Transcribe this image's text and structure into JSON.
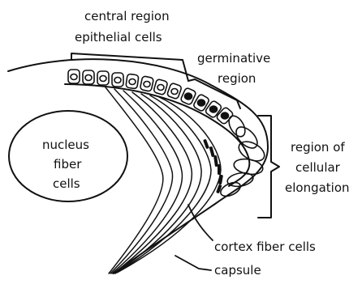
{
  "labels": {
    "central_region": [
      "central region",
      "epithelial cells"
    ],
    "germinative_region": [
      "germinative",
      "region"
    ],
    "region_elongation": [
      "region of",
      "cellular",
      "elongation"
    ],
    "nucleus": [
      "nucleus",
      "fiber",
      "cells"
    ],
    "cortex_fiber_cells": "cortex fiber cells",
    "capsule": "capsule"
  }
}
